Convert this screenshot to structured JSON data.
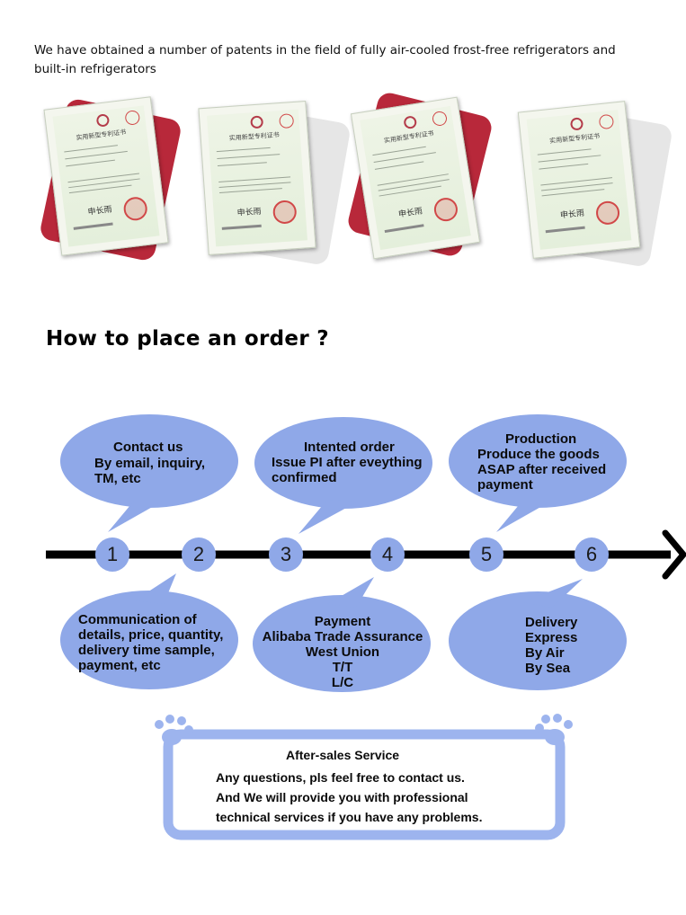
{
  "intro": {
    "text": "We have obtained a number of patents in the field of fully air-cooled frost-free refrigerators and built-in refrigerators"
  },
  "certificates": [
    {
      "title": "实用新型专利证书",
      "signature": "申长雨",
      "backing_color": "#b8283a"
    },
    {
      "title": "实用新型专利证书",
      "signature": "申长雨",
      "backing_color": "#e6e6e6"
    },
    {
      "title": "实用新型专利证书",
      "signature": "申长雨",
      "backing_color": "#b8283a"
    },
    {
      "title": "实用新型专利证书",
      "signature": "申长雨",
      "backing_color": "#e6e6e6"
    }
  ],
  "heading": "How to place an order ?",
  "steps": {
    "numbers": [
      "1",
      "2",
      "3",
      "4",
      "5",
      "6"
    ],
    "top_bubbles": [
      {
        "lines": [
          "Contact us",
          "By email, inquiry,",
          "TM, etc"
        ]
      },
      {
        "lines": [
          "Intented order",
          "Issue PI after eveything",
          "confirmed"
        ]
      },
      {
        "lines": [
          "Production",
          "Produce the goods",
          "ASAP after received",
          "payment"
        ]
      }
    ],
    "bottom_bubbles": [
      {
        "lines": [
          "Communication of",
          "details, price, quantity,",
          "delivery time sample,",
          "payment, etc"
        ]
      },
      {
        "lines": [
          "Payment",
          "Alibaba Trade Assurance",
          "West Union",
          "T/T",
          "L/C"
        ]
      },
      {
        "lines": [
          "Delivery",
          "Express",
          "By Air",
          "By Sea"
        ]
      }
    ]
  },
  "after_sales": {
    "title": "After-sales Service",
    "lines": [
      "Any questions, pls feel free to contact us.",
      "And We will provide you with professional",
      "technical services if you have any problems."
    ]
  },
  "colors": {
    "bubble": "#8fa8e8",
    "timeline": "#000000",
    "frame": "#9db4ee"
  }
}
